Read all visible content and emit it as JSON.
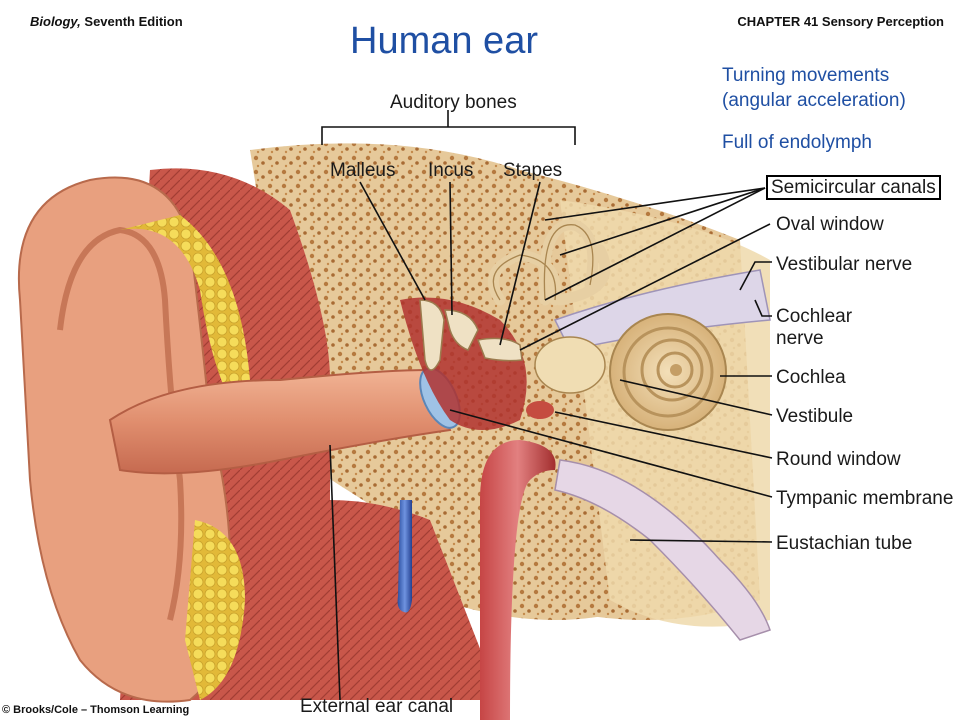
{
  "header": {
    "book_title": "Biology,",
    "edition": " Seventh Edition",
    "chapter": "CHAPTER 41 Sensory Perception"
  },
  "title": "Human ear",
  "notes": {
    "line1": "Turning movements",
    "line2": "(angular acceleration)",
    "line3": "Full of endolymph"
  },
  "labels": {
    "auditory_bones": "Auditory bones",
    "malleus": "Malleus",
    "incus": "Incus",
    "stapes": "Stapes",
    "semicircular_canals": "Semicircular canals",
    "oval_window": "Oval window",
    "vestibular_nerve": "Vestibular nerve",
    "cochlear_nerve_1": "Cochlear",
    "cochlear_nerve_2": "nerve",
    "cochlea": "Cochlea",
    "vestibule": "Vestibule",
    "round_window": "Round window",
    "tympanic_membrane": "Tympanic membrane",
    "eustachian_tube": "Eustachian tube",
    "external_ear_canal": "External ear canal"
  },
  "credit": "© Brooks/Cole – Thomson Learning",
  "colors": {
    "title_blue": "#1f4fa3",
    "skin": "#e9a07e",
    "muscle": "#c8584a",
    "bone": "#e8cf9a",
    "fat": "#f2d64a",
    "vein": "#3a62b8",
    "artery": "#b83a3a"
  }
}
